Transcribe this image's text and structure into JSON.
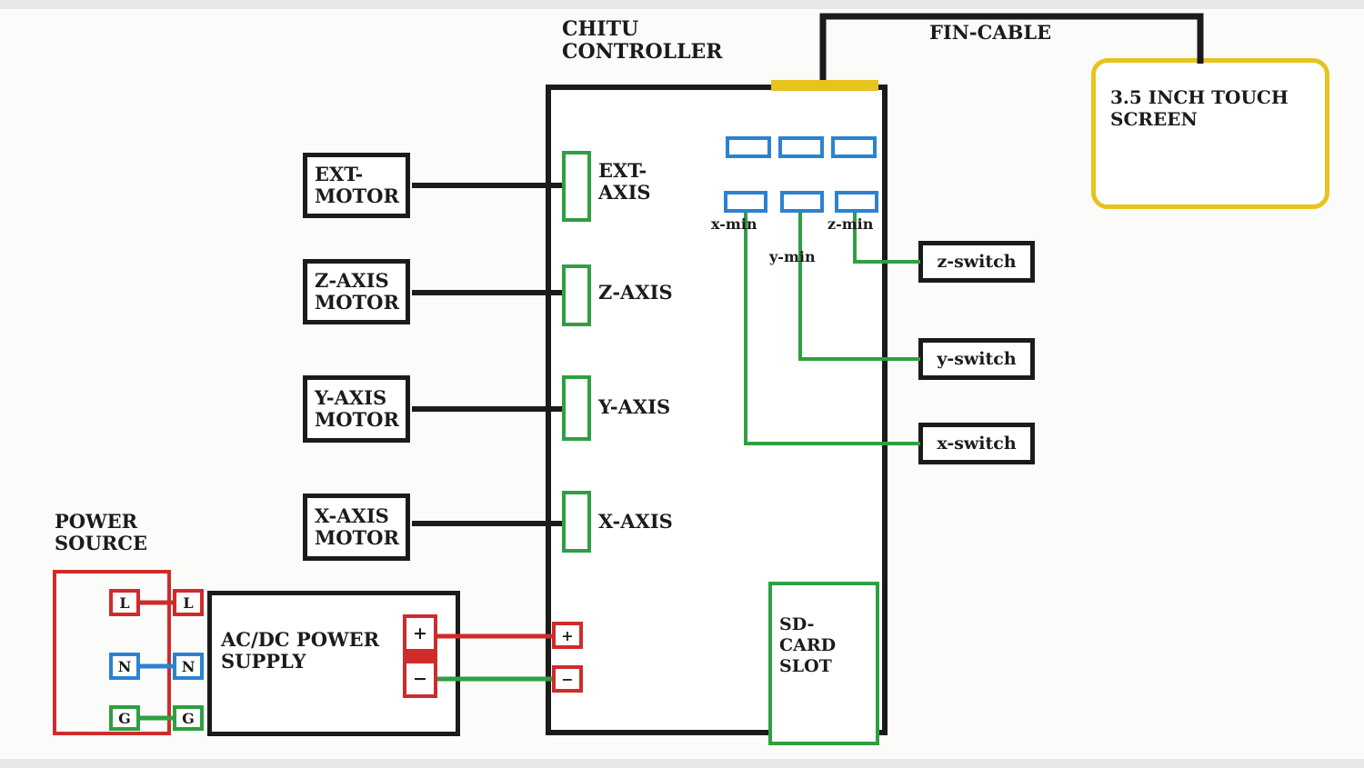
{
  "colors": {
    "ink": "#1b1b1b",
    "red": "#cf2b2b",
    "green": "#2e9f42",
    "blue": "#2b82d0",
    "yellow": "#e6c31e",
    "paper": "#fbfbf9",
    "edge": "#e7e7e5"
  },
  "controller": {
    "label": "CHITU\nCONTROLLER",
    "ports": [
      {
        "label": "EXT-\nAXIS"
      },
      {
        "label": "Z-AXIS"
      },
      {
        "label": "Y-AXIS"
      },
      {
        "label": "X-AXIS"
      }
    ],
    "terminals": {
      "plus": "+",
      "minus": "−"
    },
    "sd_card_label": "SD-CARD\nSLOT"
  },
  "motors": [
    {
      "label": "EXT-\nMOTOR"
    },
    {
      "label": "Z-AXIS\nMOTOR"
    },
    {
      "label": "Y-AXIS\nMOTOR"
    },
    {
      "label": "X-AXIS\nMOTOR"
    }
  ],
  "endstops": {
    "x": "x-min",
    "y": "y-min",
    "z": "z-min"
  },
  "switches": [
    {
      "label": "z-switch"
    },
    {
      "label": "y-switch"
    },
    {
      "label": "x-switch"
    }
  ],
  "fin_cable_label": "FIN-CABLE",
  "touch_screen_label": "3.5 INCH TOUCH\nSCREEN",
  "power_source": {
    "title": "POWER\nSOURCE",
    "terminals": [
      {
        "label": "L"
      },
      {
        "label": "N"
      },
      {
        "label": "G"
      }
    ]
  },
  "psu": {
    "label": "AC/DC POWER\nSUPPLY",
    "plus": "+",
    "minus": "−"
  }
}
